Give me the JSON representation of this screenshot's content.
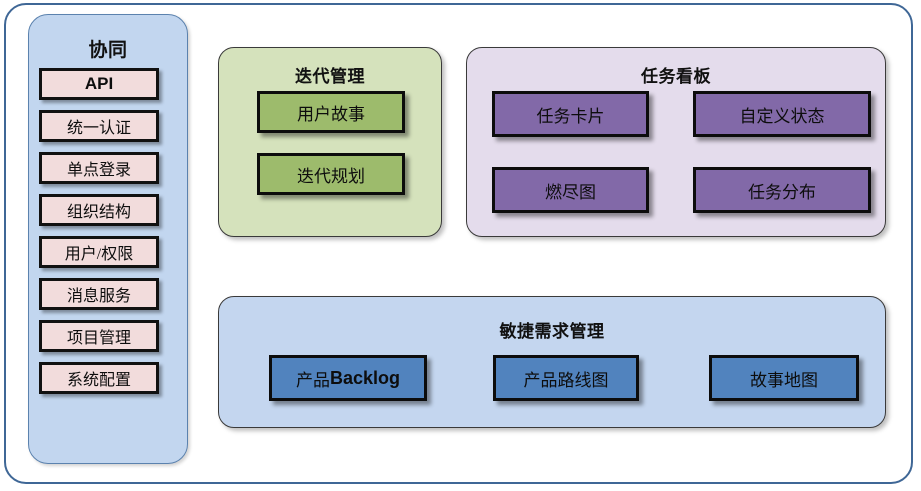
{
  "diagram": {
    "title_text_language": "zh",
    "colors": {
      "frame_border": "#3f6796",
      "collab_panel_bg": "#c2d6ef",
      "collab_item_bg": "#f2dcdc",
      "iteration_group_bg": "#d5e2bc",
      "iteration_box_bg": "#9dbb6c",
      "taskboard_group_bg": "#e4dcec",
      "taskboard_box_bg": "#8269a8",
      "agile_group_bg": "#c4d6ef",
      "agile_box_bg": "#5183be",
      "box_border": "#0c0c0c"
    }
  },
  "collab_panel": {
    "title": "协同",
    "items": [
      {
        "label": "API"
      },
      {
        "label": "统一认证"
      },
      {
        "label": "单点登录"
      },
      {
        "label": "组织结构"
      },
      {
        "label": "用户/权限"
      },
      {
        "label": "消息服务"
      },
      {
        "label": "项目管理"
      },
      {
        "label": "系统配置"
      }
    ]
  },
  "iteration_group": {
    "title": "迭代管理",
    "items": [
      {
        "label": "用户故事"
      },
      {
        "label": "迭代规划"
      }
    ]
  },
  "taskboard_group": {
    "title": "任务看板",
    "items": [
      {
        "label": "任务卡片"
      },
      {
        "label": "自定义状态"
      },
      {
        "label": "燃尽图"
      },
      {
        "label": "任务分布"
      }
    ]
  },
  "agile_group": {
    "title": "敏捷需求管理",
    "items": [
      {
        "label_prefix": "产品",
        "label_suffix": "Backlog",
        "label": "产品Backlog"
      },
      {
        "label": "产品路线图"
      },
      {
        "label": "故事地图"
      }
    ]
  }
}
